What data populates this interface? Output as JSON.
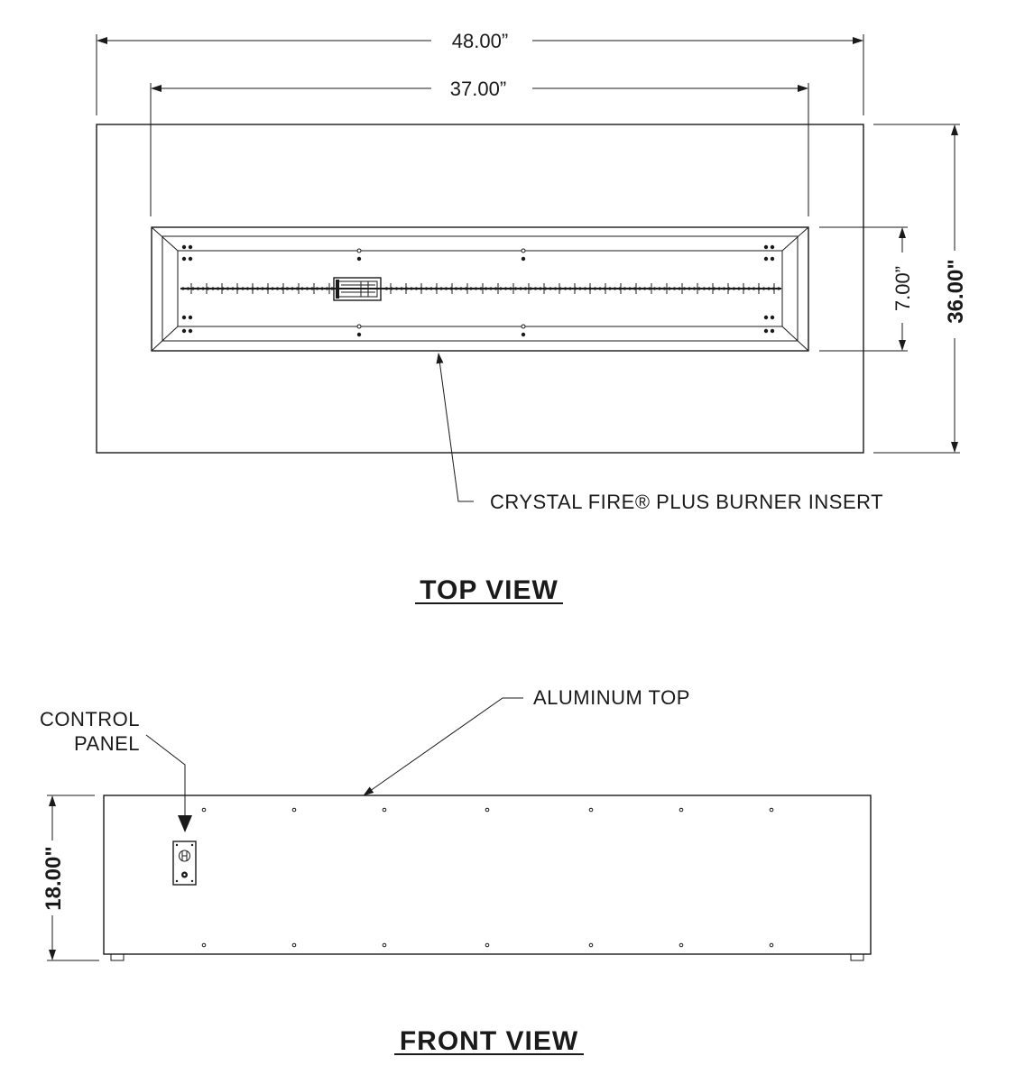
{
  "top_view": {
    "title": "TOP VIEW",
    "overall_width": "48.00”",
    "burner_width": "37.00”",
    "overall_depth": "36.00\"",
    "burner_depth": "7.00”",
    "callout_burner": "CRYSTAL FIRE® PLUS BURNER INSERT"
  },
  "front_view": {
    "title": "FRONT VIEW",
    "height": "18.00\"",
    "callout_top": "ALUMINUM TOP",
    "callout_panel_line1": "CONTROL",
    "callout_panel_line2": "PANEL"
  }
}
